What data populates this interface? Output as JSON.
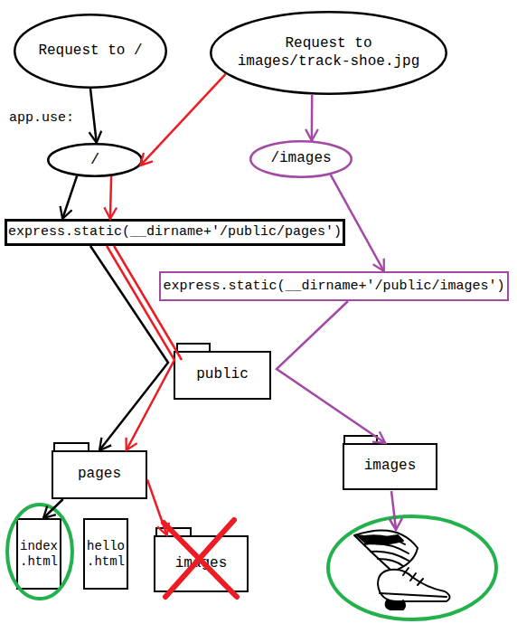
{
  "diagram": {
    "nodes": [
      {
        "text": [
          "Request to /"
        ]
      },
      {
        "text": [
          "Request to images/track-shoe.jpg"
        ]
      },
      {
        "text": [
          "/"
        ]
      },
      {
        "text": [
          "/images"
        ]
      },
      {
        "text": [
          "express.static(__dirname+'/public/pages')"
        ]
      },
      {
        "text": [
          "express.static(__dirname+'/public/images')"
        ]
      },
      {
        "text": [
          "public"
        ]
      },
      {
        "text": [
          "pages"
        ]
      },
      {
        "text": [
          "images"
        ]
      },
      {
        "text": [
          "index .html"
        ]
      },
      {
        "text": [
          "hello .html"
        ]
      },
      {
        "text": [
          "images"
        ]
      }
    ],
    "edges": [
      {
        "from": 0,
        "to": 2,
        "arrow": "to"
      },
      {
        "from": 2,
        "to": 4,
        "arrow": "to"
      },
      {
        "from": 1,
        "to": 2,
        "arrow": "to"
      },
      {
        "from": 2,
        "to": 4,
        "arrow": "to"
      },
      {
        "from": 1,
        "to": 3,
        "arrow": "to"
      },
      {
        "from": 3,
        "to": 5,
        "arrow": "to"
      },
      {
        "from": 4,
        "to": 7,
        "arrow": "to"
      },
      {
        "from": 4,
        "to": 7,
        "arrow": "to"
      },
      {
        "from": 5,
        "to": 8,
        "arrow": "to"
      },
      {
        "from": 7,
        "to": 9,
        "arrow": "to"
      },
      {
        "from": 7,
        "to": 11,
        "arrow": "to"
      }
    ],
    "labels": [
      "app.use:"
    ]
  }
}
